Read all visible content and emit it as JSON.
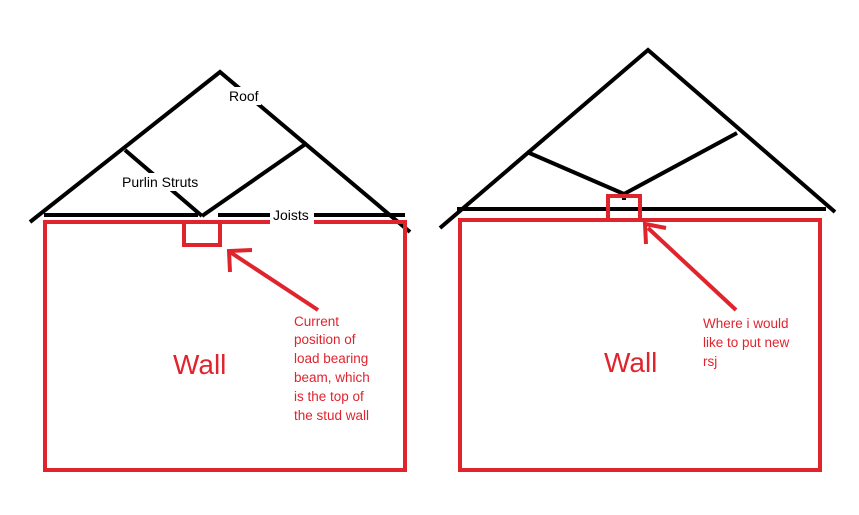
{
  "colors": {
    "ink": "#000000",
    "accent": "#e0242e",
    "background": "#ffffff"
  },
  "left_diagram": {
    "roof_label": "Roof",
    "purlin_label": "Purlin Struts",
    "joists_label": "Joists",
    "wall_label": "Wall",
    "annotation_lines": [
      "Current",
      "position of",
      "load bearing",
      "beam, which",
      "is the top of",
      "the stud wall"
    ]
  },
  "right_diagram": {
    "wall_label": "Wall",
    "annotation_lines": [
      "Where i would",
      "like to put new",
      "rsj"
    ]
  }
}
